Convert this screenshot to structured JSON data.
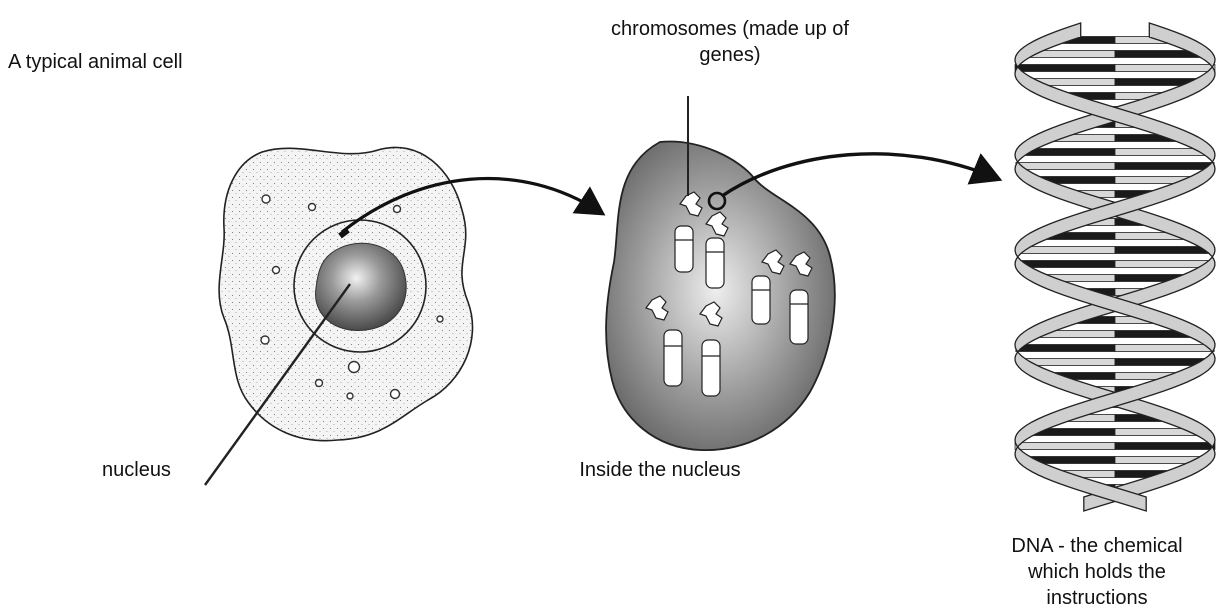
{
  "diagram": {
    "cell_label": "A typical animal cell",
    "chromosomes_label_line1": "chromosomes (made up of",
    "chromosomes_label_line2": "genes)",
    "nucleus_label": "nucleus",
    "inside_nucleus_label": "Inside the nucleus",
    "dna_label_line1": "DNA - the chemical",
    "dna_label_line2": "which holds the",
    "dna_label_line3": "instructions"
  },
  "colors": {
    "ink": "#111111",
    "cytoplasm": "#f1f1f1",
    "nucleus_dark": "#5a5a5a",
    "nucleus_light": "#e8e8e8",
    "dna_strand": "#cfcfcf",
    "base_dark": "#1a1a1a",
    "base_light": "#d8d8d8"
  }
}
